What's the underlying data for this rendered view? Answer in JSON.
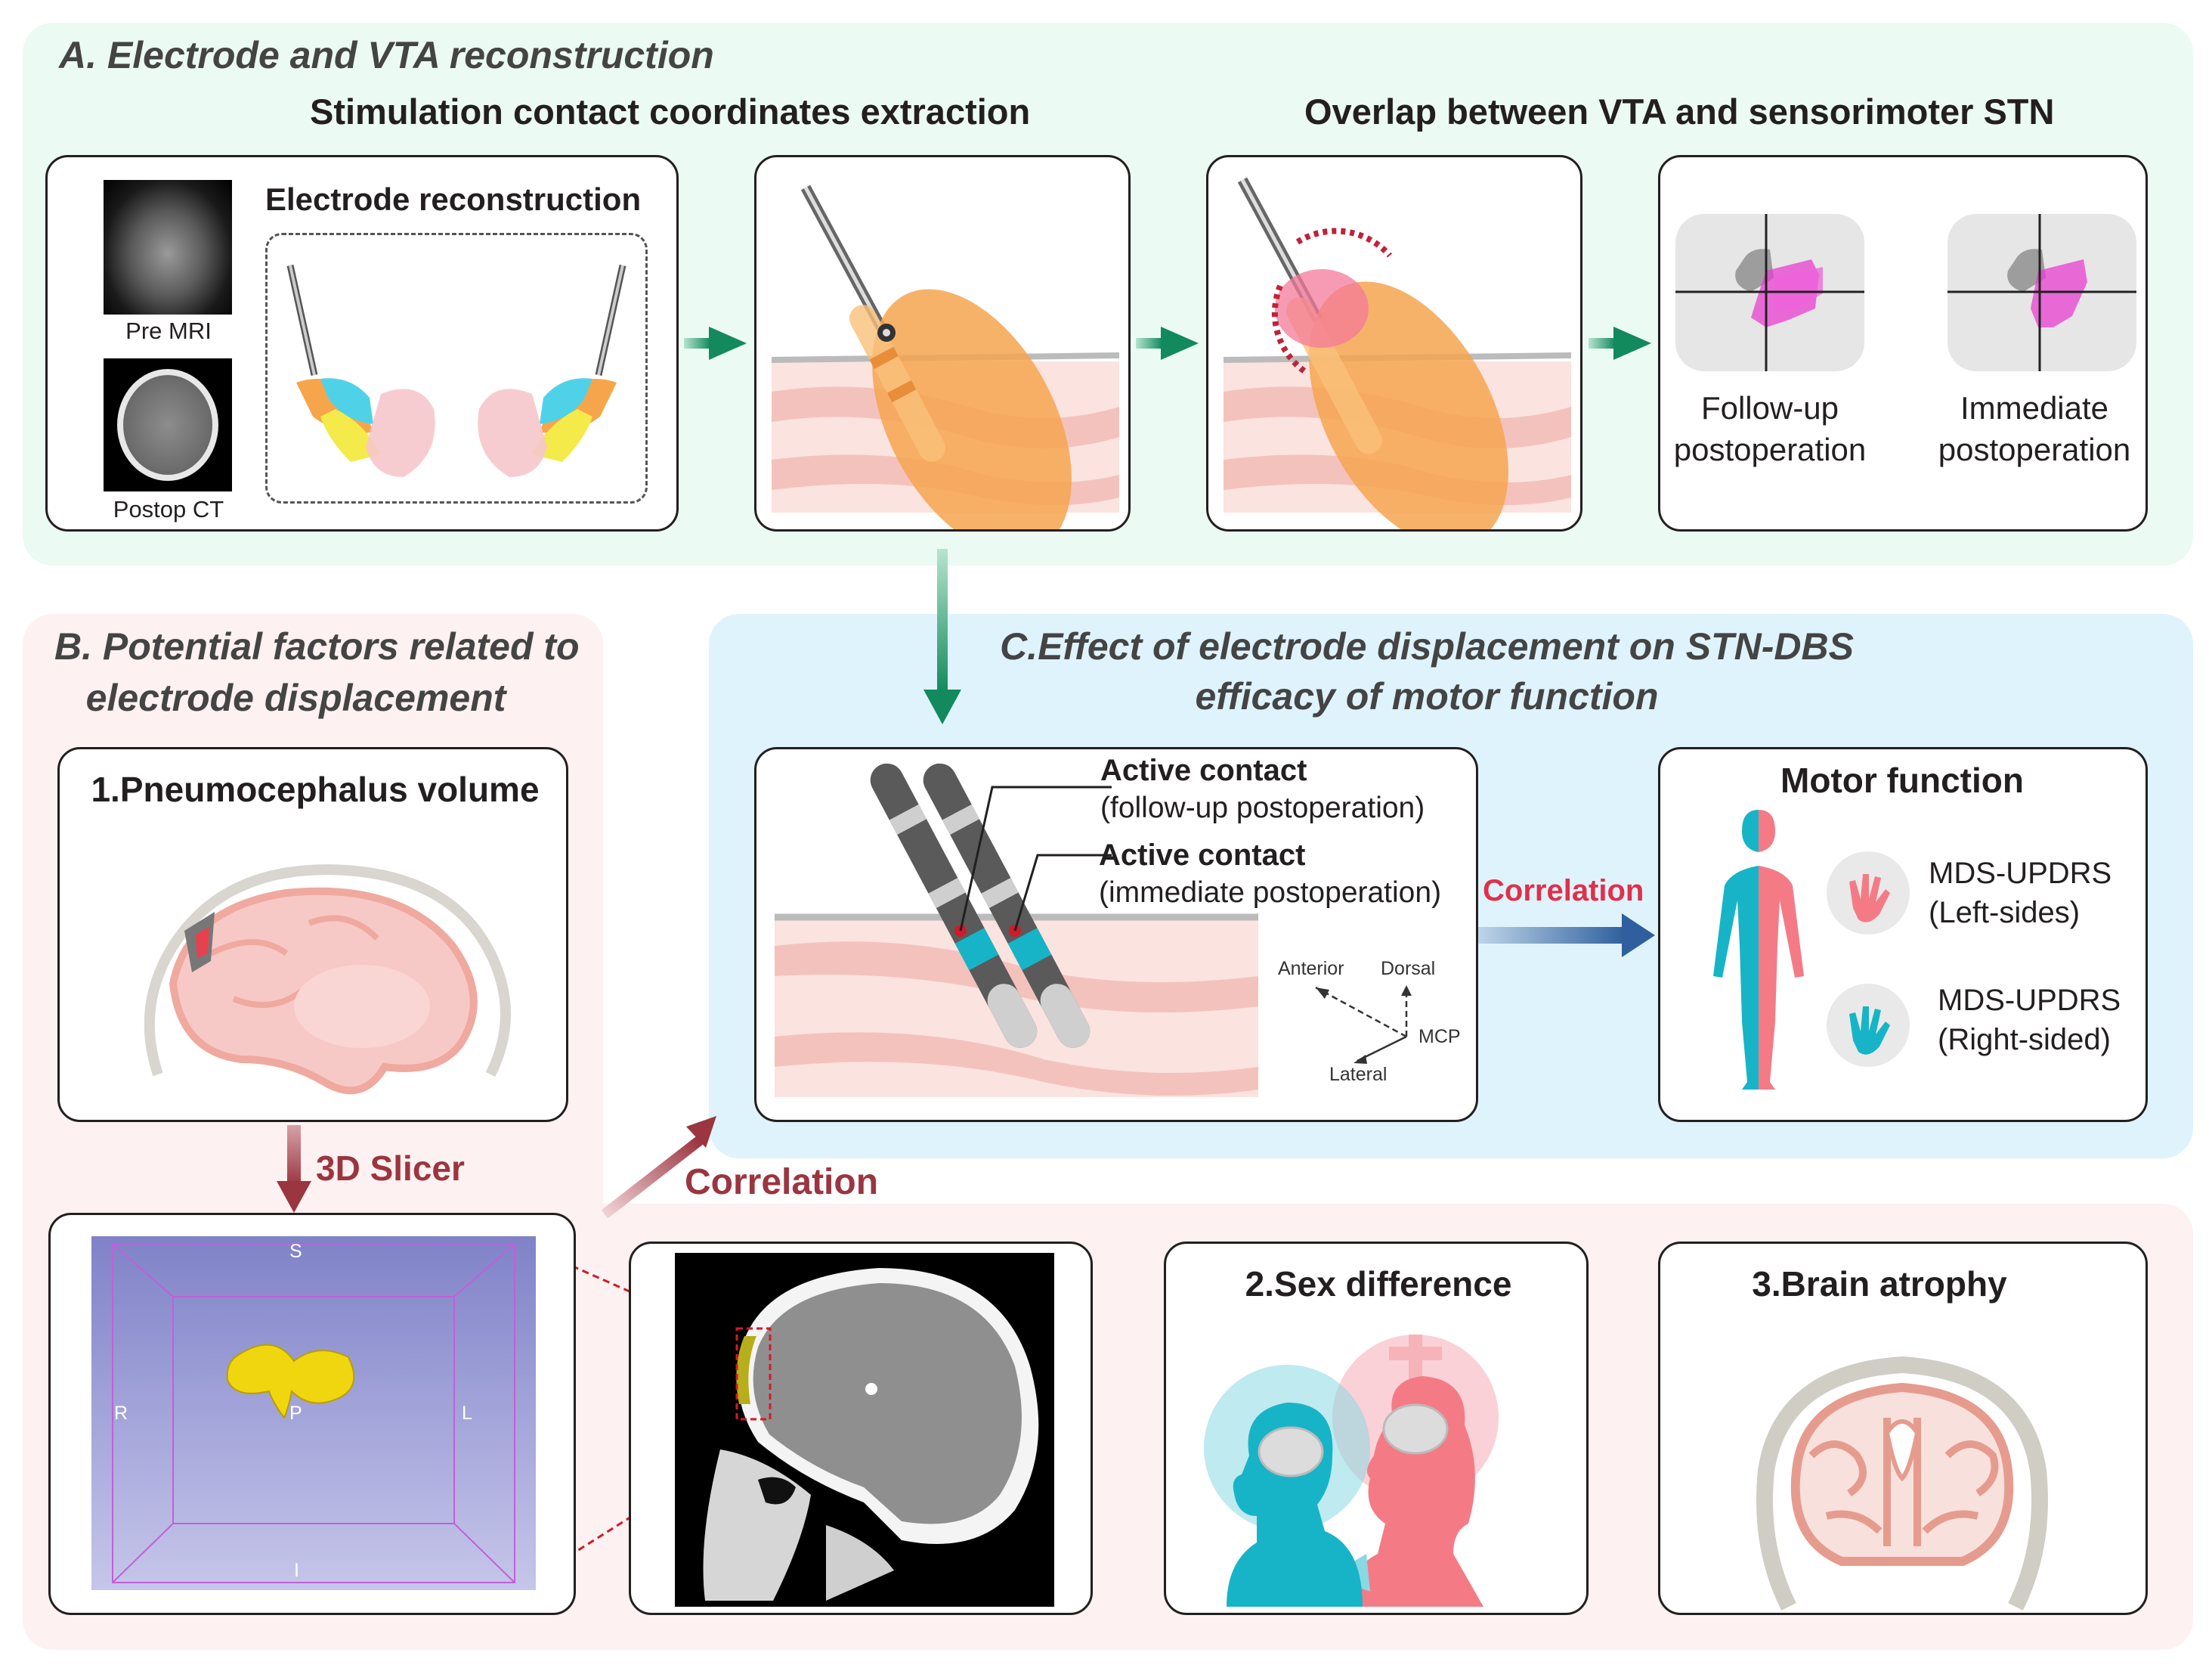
{
  "section_a": {
    "title": "A. Electrode and VTA reconstruction",
    "header_left": "Stimulation contact coordinates extraction",
    "header_right": "Overlap between VTA and sensorimoter STN",
    "box1_title": "Electrode reconstruction",
    "pre_mri": "Pre MRI",
    "postop_ct": "Postop CT",
    "label_followup": "Follow-up\npostoperation",
    "label_immediate": "Immediate\npostoperation"
  },
  "section_b": {
    "title": "B. Potential factors related to\n   electrode displacement",
    "pneumo_title": "1.Pneumocephalus volume",
    "slicer_label": "3D Slicer",
    "correlation_label": "Correlation",
    "axes": {
      "s": "S",
      "r": "R",
      "l": "L",
      "p": "P",
      "i": "I"
    },
    "sex_title": "2.Sex difference",
    "atrophy_title": "3.Brain atrophy"
  },
  "section_c": {
    "title": "C.Effect of electrode displacement on STN-DBS\nefficacy of motor function",
    "active_contact_1": "Active contact",
    "active_contact_1_sub": "(follow-up postoperation)",
    "active_contact_2": "Active contact",
    "active_contact_2_sub": "(immediate postoperation)",
    "correlation_label": "Correlation",
    "anterior": "Anterior",
    "dorsal": "Dorsal",
    "mcp": "MCP",
    "lateral": "Lateral",
    "motor_title": "Motor function",
    "updrs_left": "MDS-UPDRS\n(Left-sides)",
    "updrs_right": "MDS-UPDRS\n(Right-sided)"
  },
  "colors": {
    "section_a_bg": "#ebfaf3",
    "section_b_bg": "#fdf1f1",
    "section_c_bg": "#dff3fc",
    "green_arrow": "#128a5e",
    "red_arrow": "#9b3540",
    "blue_arrow": "#2f5f9e",
    "correlation_red": "#e0304a",
    "cyan": "#1bb3c8",
    "pink": "#f47b86"
  }
}
